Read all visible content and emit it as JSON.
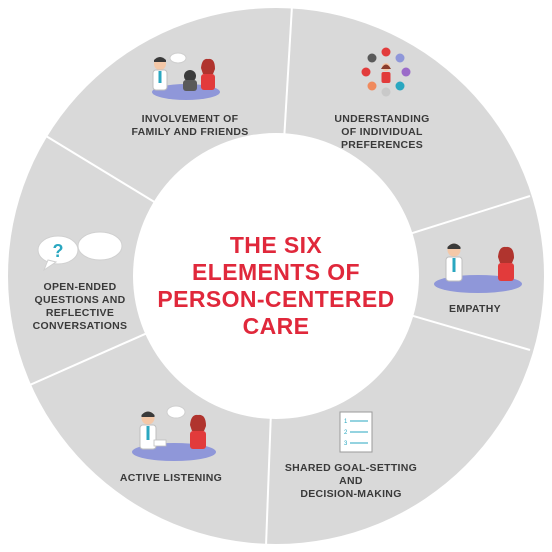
{
  "title": "THE SIX\nELEMENTS OF\nPERSON-CENTERED\nCARE",
  "segments": [
    {
      "label": "INVOLVEMENT OF\nFAMILY AND FRIENDS",
      "icon": "family-meeting-icon"
    },
    {
      "label": "UNDERSTANDING\nOF INDIVIDUAL\nPREFERENCES",
      "icon": "person-with-preferences-icon"
    },
    {
      "label": "EMPATHY",
      "icon": "two-people-at-table-icon"
    },
    {
      "label": "SHARED GOAL-SETTING\nAND\nDECISION-MAKING",
      "icon": "checklist-icon"
    },
    {
      "label": "ACTIVE LISTENING",
      "icon": "doctor-patient-conversation-icon"
    },
    {
      "label": "OPEN-ENDED\nQUESTIONS AND\nREFLECTIVE\nCONVERSATIONS",
      "icon": "question-speech-bubbles-icon"
    }
  ],
  "icon_checklist_numbers": [
    "1",
    "2",
    "3"
  ],
  "icon_question_mark": "?",
  "colors": {
    "ring": "#d9d9d9",
    "divider": "#ffffff",
    "center": "#ffffff",
    "title": "#e0283b",
    "label": "#3a3a3a",
    "table": "#8f97d9",
    "accent_red": "#e23b3b",
    "skin": "#f4c8a8",
    "dark": "#3a3a3a",
    "teal": "#2aa7c0"
  }
}
